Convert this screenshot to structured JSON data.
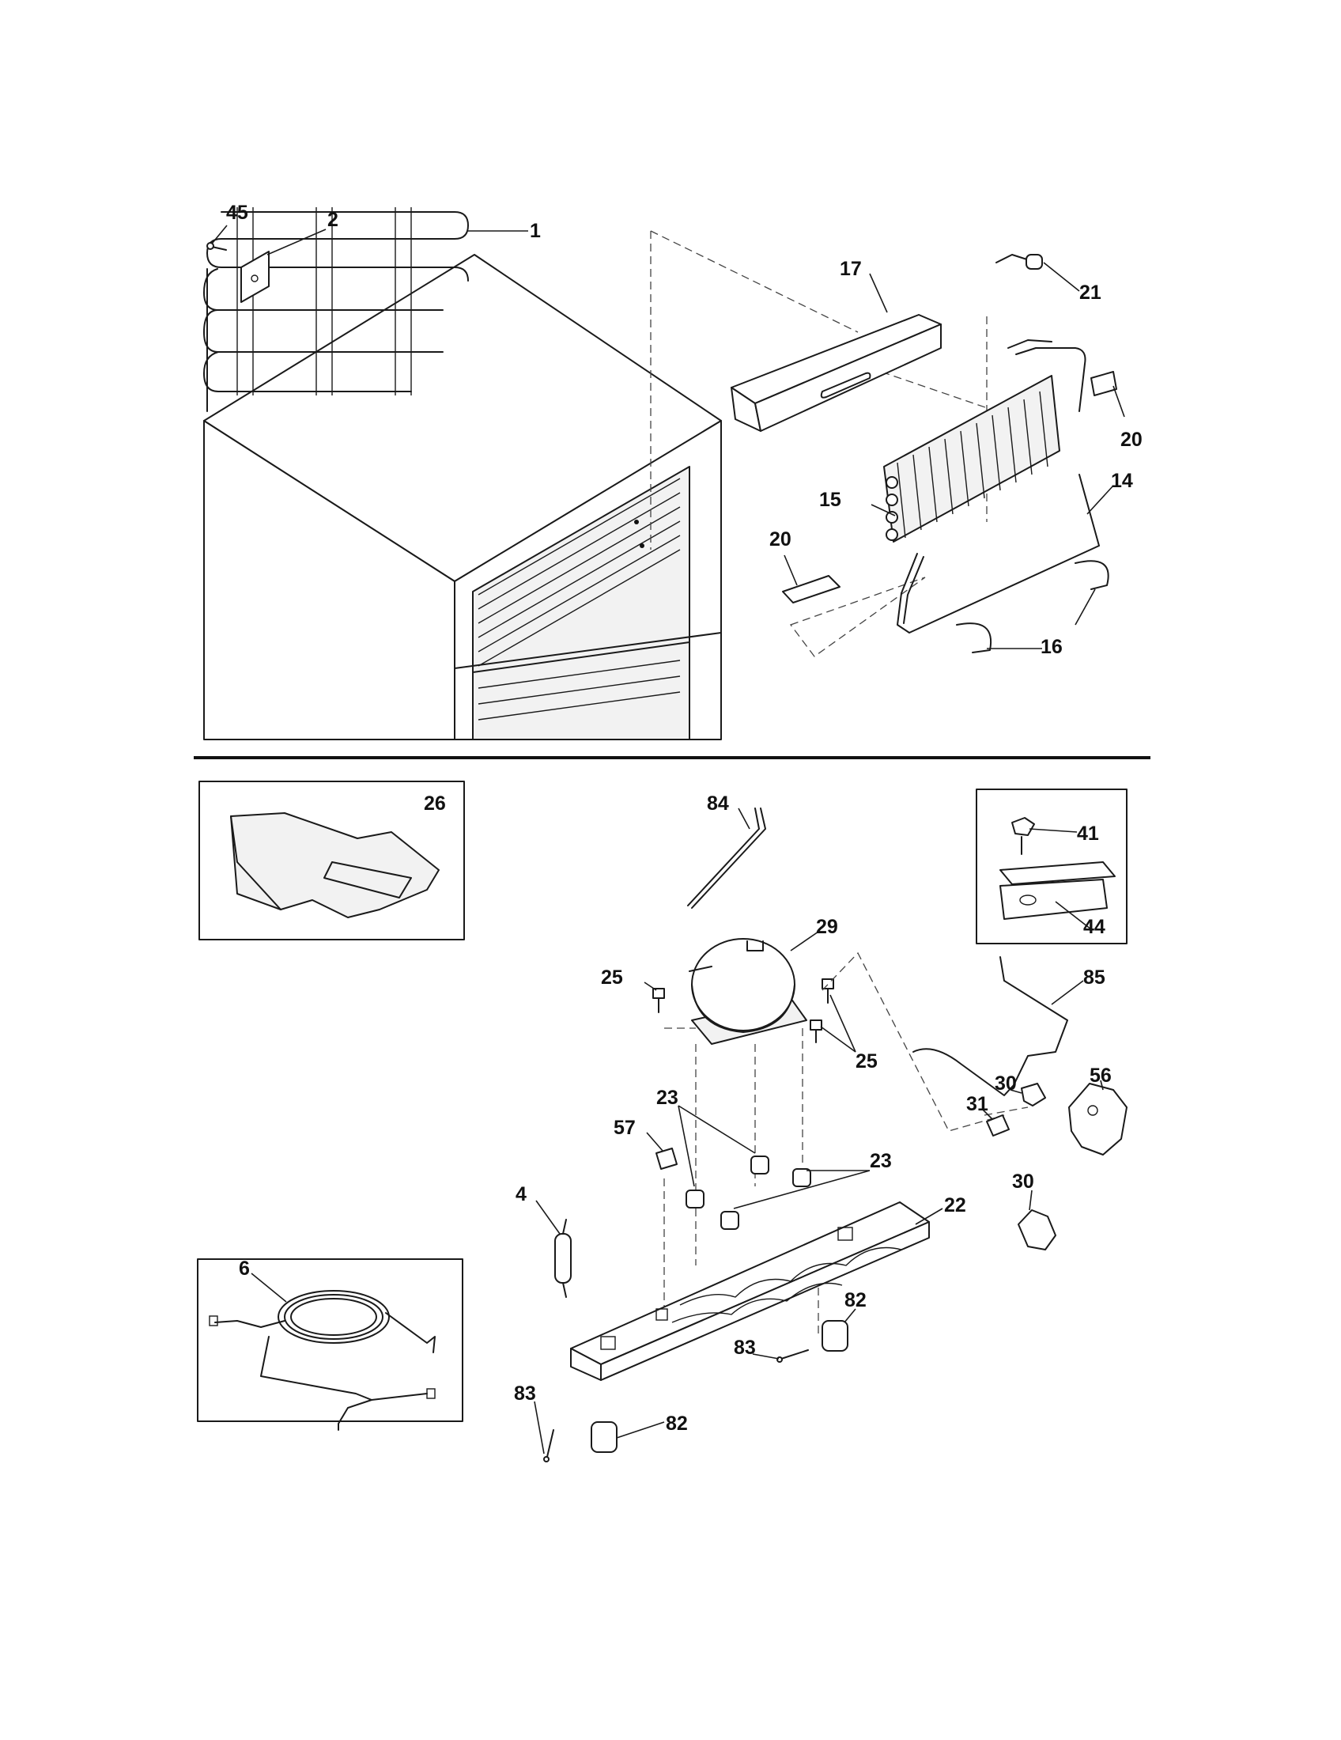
{
  "labels": {
    "p45": "45",
    "p2": "2",
    "p1": "1",
    "p17": "17",
    "p21": "21",
    "p20a": "20",
    "p14": "14",
    "p15": "15",
    "p20b": "20",
    "p16": "16",
    "p26": "26",
    "p84": "84",
    "p41": "41",
    "p44": "44",
    "p29": "29",
    "p85": "85",
    "p25a": "25",
    "p25b": "25",
    "p23a": "23",
    "p57": "57",
    "p31": "31",
    "p30a": "30",
    "p56": "56",
    "p23b": "23",
    "p4": "4",
    "p22": "22",
    "p30b": "30",
    "p6": "6",
    "p82a": "82",
    "p83a": "83",
    "p83b": "83",
    "p82b": "82"
  }
}
